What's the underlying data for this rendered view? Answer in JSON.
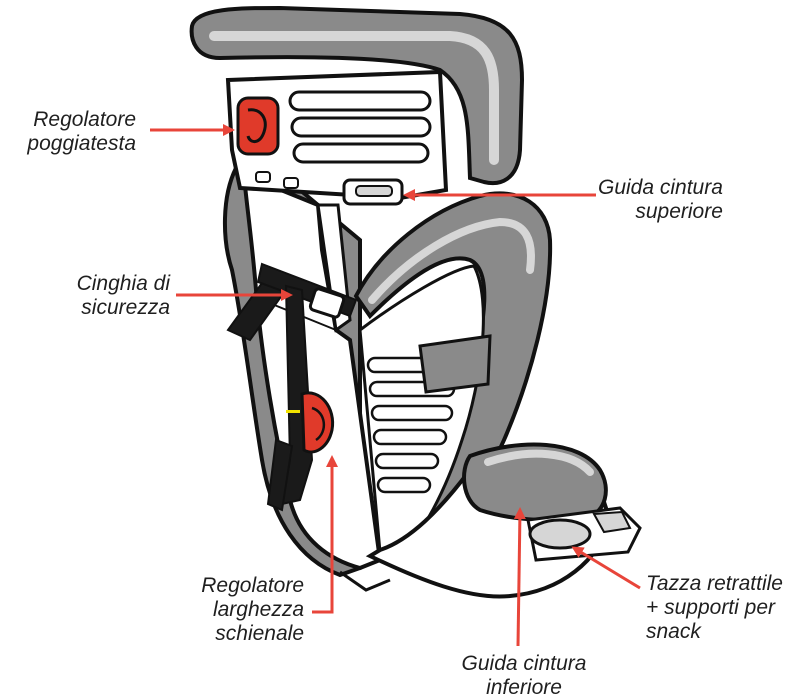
{
  "colors": {
    "outline": "#111111",
    "cushion_gray": "#8a8a8a",
    "light_gray": "#d6d6d6",
    "frame_white": "#ffffff",
    "belt_black": "#1a1a1a",
    "adjuster_red": "#e03a2a",
    "arrow_red": "#e8453a",
    "belt_marker": "#f2e200"
  },
  "callouts": {
    "headrest_adjuster": {
      "line1": "Regolatore",
      "line2": "poggiatesta"
    },
    "upper_belt_guide": {
      "line1": "Guida cintura",
      "line2": "superiore"
    },
    "safety_strap": {
      "line1": "Cinghia di",
      "line2": "sicurezza"
    },
    "backrest_width_adjuster": {
      "line1": "Regolatore",
      "line2": "larghezza",
      "line3": "schienale"
    },
    "lower_belt_guide": {
      "line1": "Guida cintura",
      "line2": "inferiore"
    },
    "cup_holder": {
      "line1": "Tazza retrattile",
      "line2": "+ supporti per",
      "line3": "snack"
    }
  }
}
